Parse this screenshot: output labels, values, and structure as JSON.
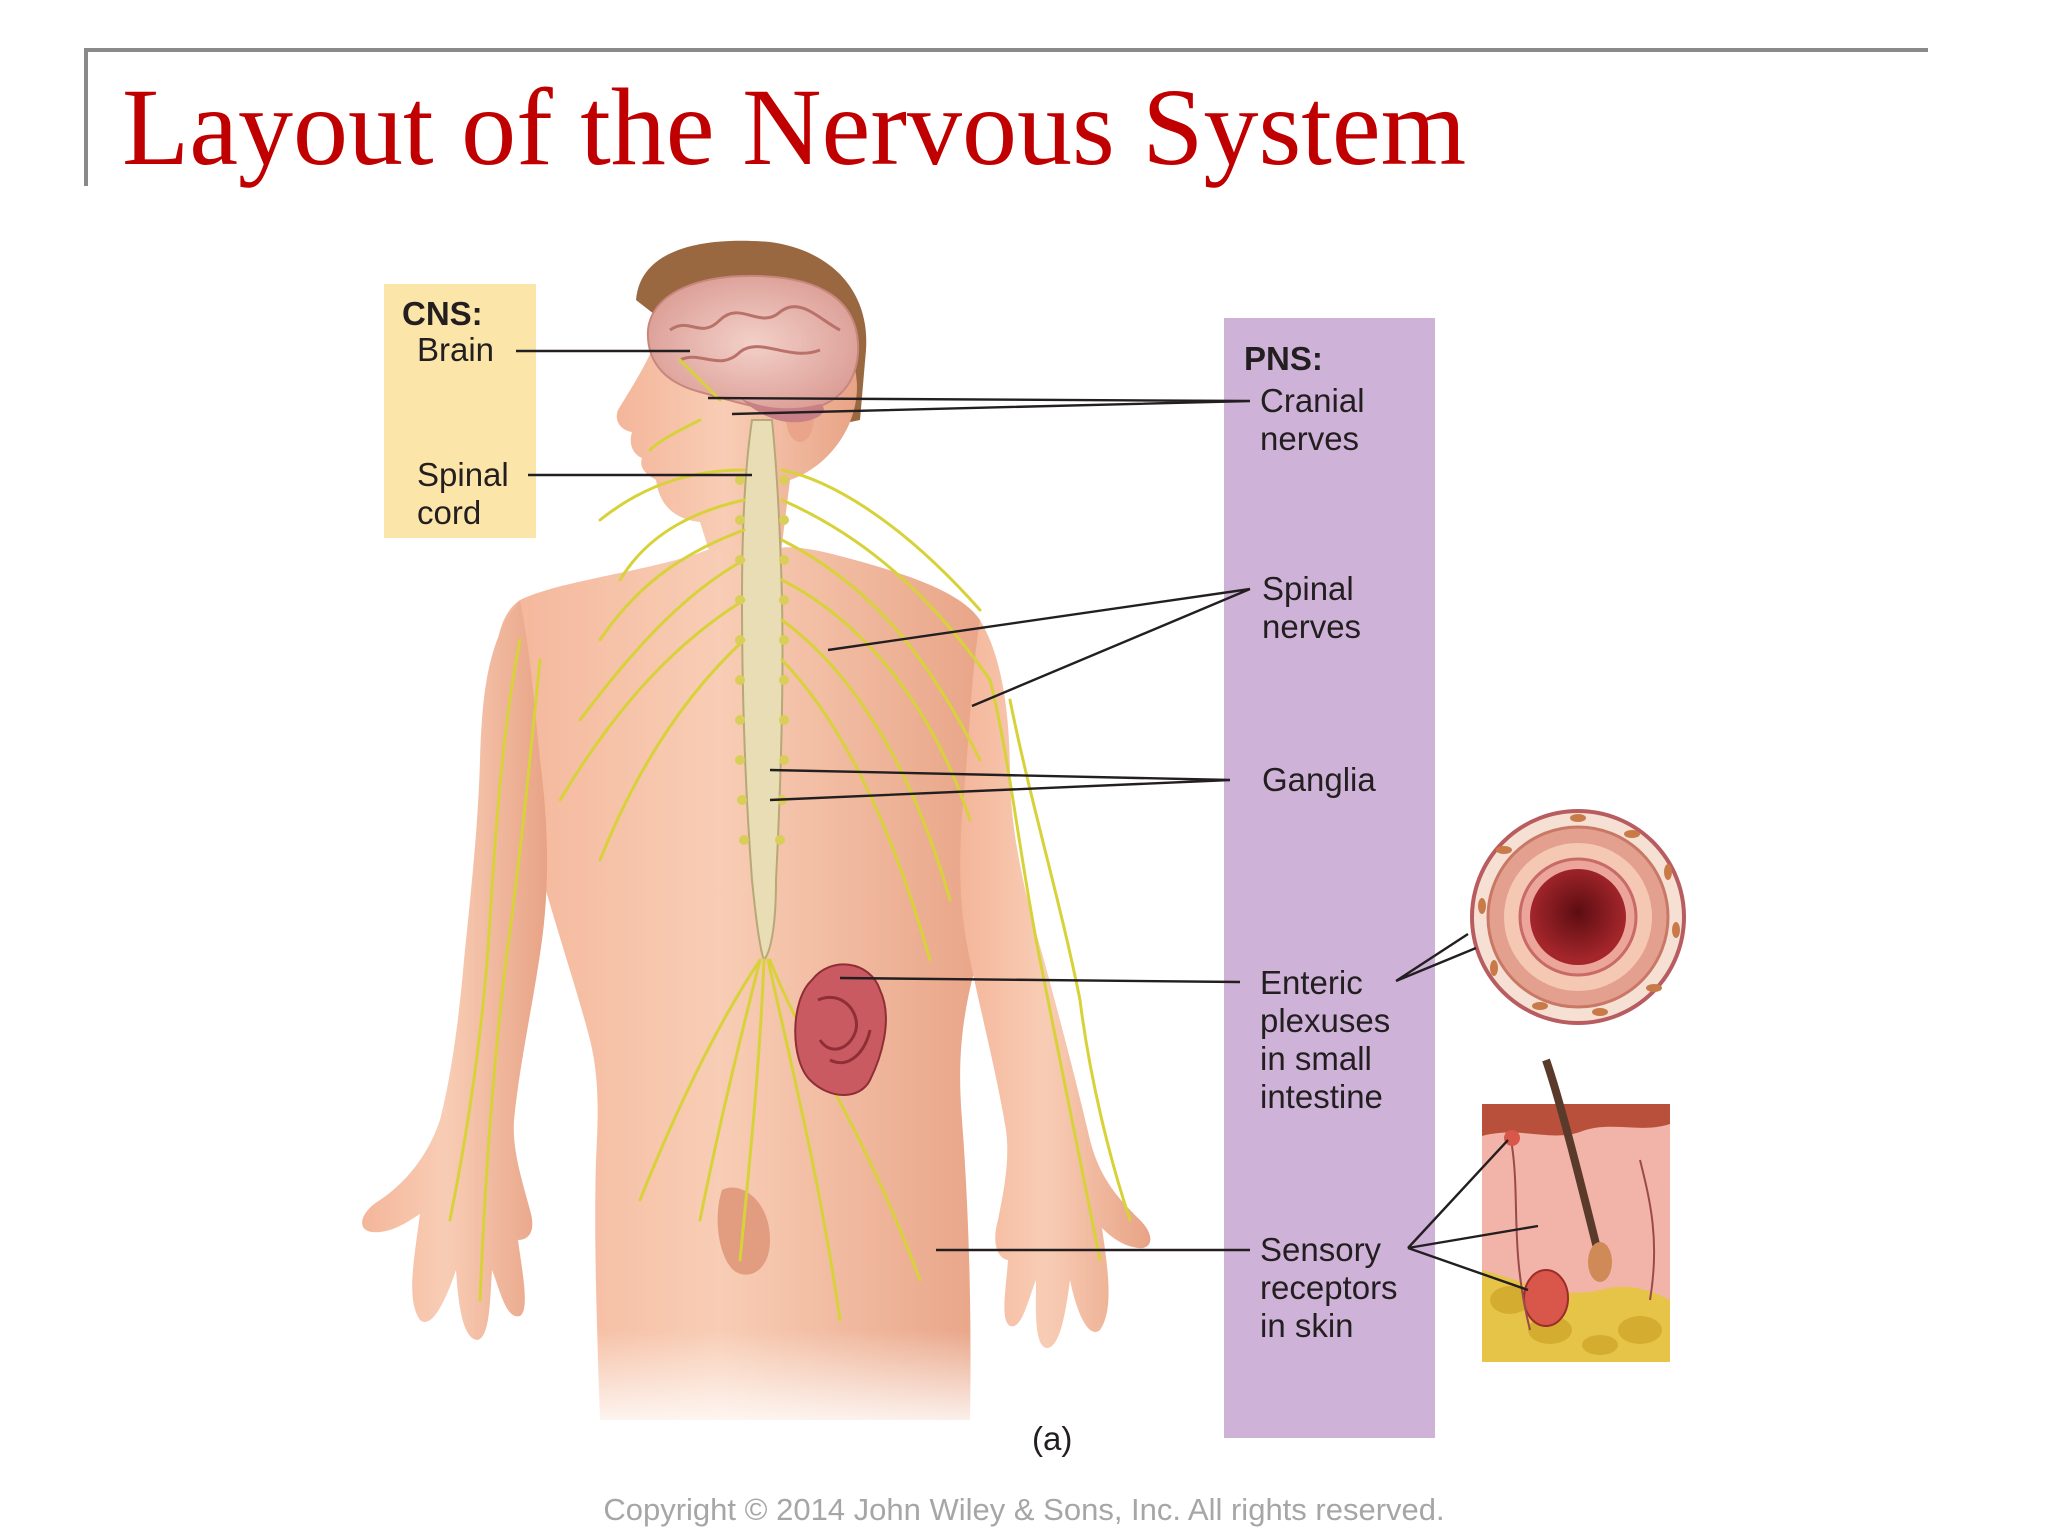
{
  "slide": {
    "title": "Layout of the Nervous System",
    "copyright": "Copyright © 2014 John Wiley & Sons, Inc. All rights reserved.",
    "accent_color": "#c00000"
  },
  "diagram": {
    "cns": {
      "heading": "CNS:",
      "labels": {
        "brain": "Brain",
        "spinal_cord_line1": "Spinal",
        "spinal_cord_line2": "cord"
      },
      "panel_color": "#fbe5a8"
    },
    "pns": {
      "heading": "PNS:",
      "labels": {
        "cranial_line1": "Cranial",
        "cranial_line2": "nerves",
        "spinal_line1": "Spinal",
        "spinal_line2": "nerves",
        "ganglia": "Ganglia",
        "enteric_line1": "Enteric",
        "enteric_line2": "plexuses",
        "enteric_line3": "in small",
        "enteric_line4": "intestine",
        "sensory_line1": "Sensory",
        "sensory_line2": "receptors",
        "sensory_line3": "in skin"
      },
      "panel_color": "#cfb2d8"
    },
    "panel_letter": "(a)"
  }
}
